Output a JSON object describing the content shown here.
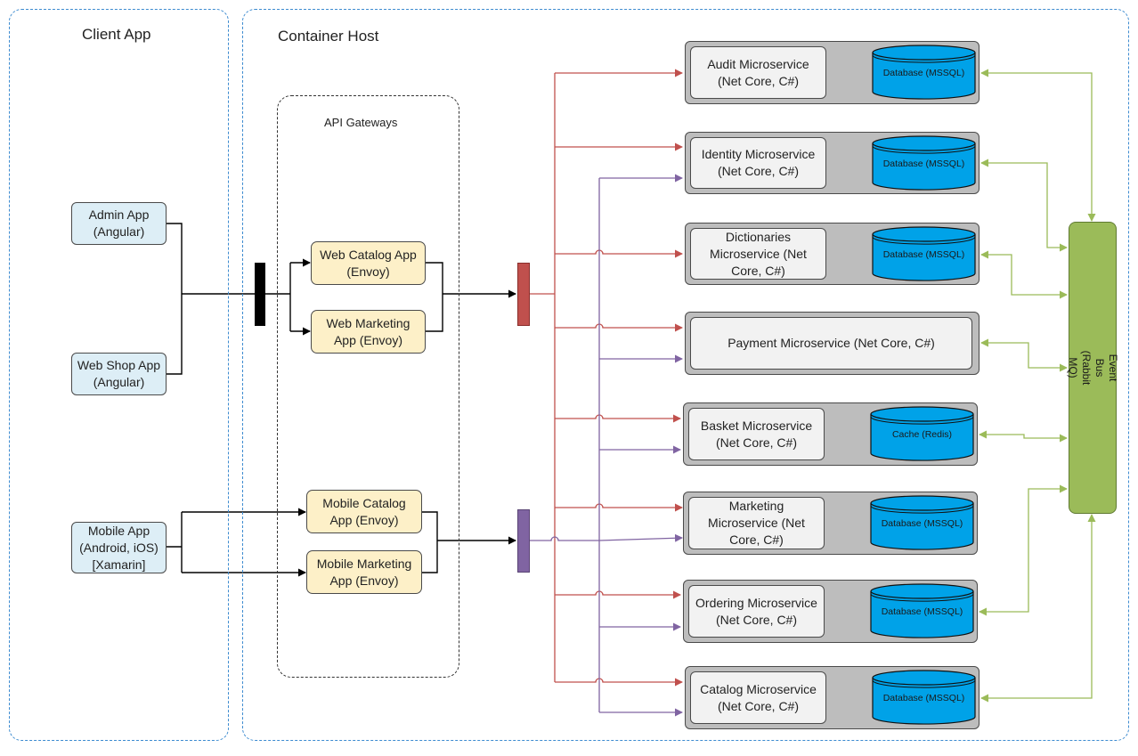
{
  "regions": {
    "client_app": "Client App",
    "container_host": "Container Host",
    "api_gateways": "API Gateways"
  },
  "clients": {
    "admin": "Admin App\n(Angular)",
    "webshop": "Web Shop App\n(Angular)",
    "mobile": "Mobile App\n(Android, iOS)\n[Xamarin]"
  },
  "gateways": {
    "web_catalog": "Web Catalog App\n(Envoy)",
    "web_marketing": "Web Marketing\nApp (Envoy)",
    "mobile_catalog": "Mobile Catalog\nApp (Envoy)",
    "mobile_marketing": "Mobile Marketing\nApp (Envoy)"
  },
  "services": [
    {
      "label": "Audit Microservice\n(Net Core, C#)",
      "store": "Database (MSSQL)"
    },
    {
      "label": "Identity Microservice\n(Net Core, C#)",
      "store": "Database (MSSQL)"
    },
    {
      "label": "Dictionaries\nMicroservice (Net\nCore, C#)",
      "store": "Database (MSSQL)"
    },
    {
      "label": "Payment Microservice (Net Core, C#)",
      "store": ""
    },
    {
      "label": "Basket Microservice\n(Net Core, C#)",
      "store": "Cache (Redis)"
    },
    {
      "label": "Marketing\nMicroservice (Net\nCore, C#)",
      "store": "Database (MSSQL)"
    },
    {
      "label": "Ordering Microservice\n(Net Core, C#)",
      "store": "Database (MSSQL)"
    },
    {
      "label": "Catalog Microservice\n(Net Core, C#)",
      "store": "Database (MSSQL)"
    }
  ],
  "event_bus": "Event Bus\n(Rabbit MQ)",
  "colors": {
    "region_border": "#3d8bd0",
    "client_fill": "#ddeef6",
    "gateway_fill": "#fdf0c8",
    "service_outer": "#bdbdbd",
    "service_inner": "#f2f2f2",
    "database_fill": "#00a2e8",
    "event_bus_fill": "#9bbb59",
    "web_route": "#c0504d",
    "mobile_route": "#8064a2",
    "bus_link": "#9bbb59"
  }
}
